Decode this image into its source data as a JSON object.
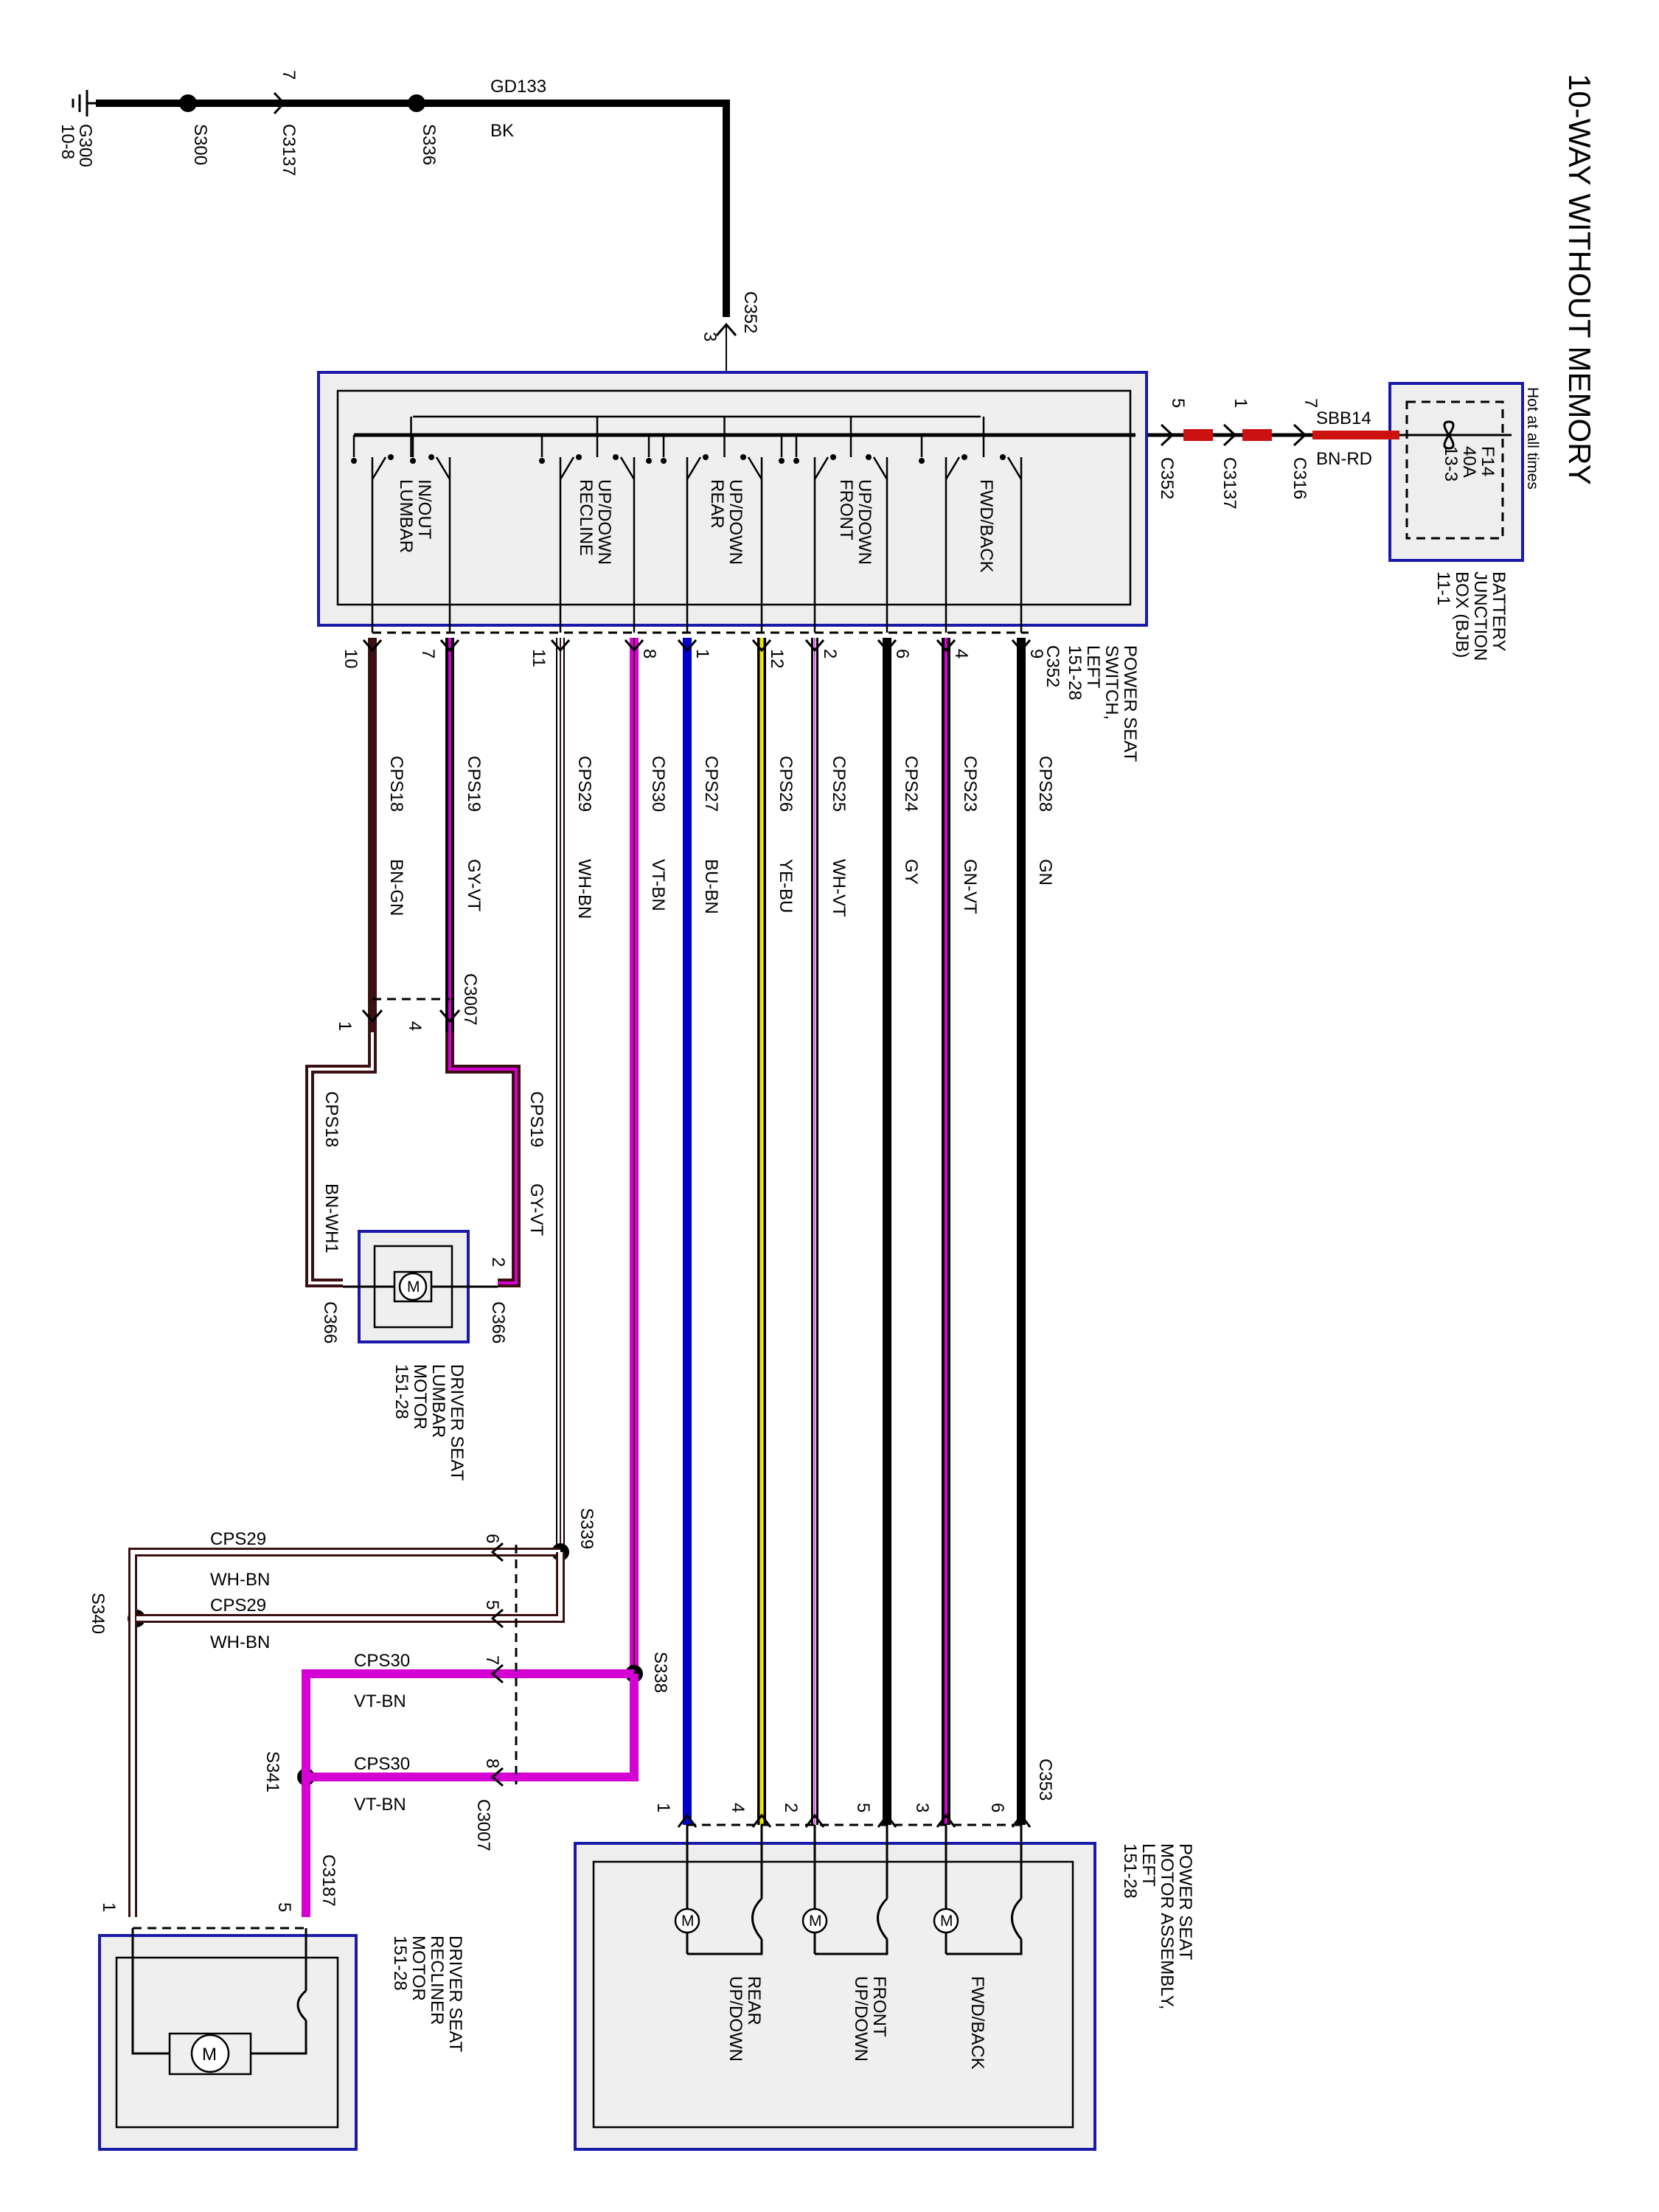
{
  "title": "10-WAY WITHOUT MEMORY",
  "hot_label": "Hot at all times",
  "colors": {
    "box_border": "#1a1aa8",
    "box_fill": "#eeeeee",
    "wire_black": "#000000",
    "wire_red": "#cc1111",
    "wire_violet": "#d400d4",
    "wire_blue": "#0000cc",
    "wire_yellow": "#f2e600",
    "wire_brown": "#3b1010"
  },
  "icons": [
    "ground-icon",
    "fuse-icon",
    "motor-icon",
    "splice-icon",
    "connector-icon"
  ],
  "ground": {
    "g300": "G300",
    "g300_ref": "10-8",
    "s300": "S300",
    "c3137_pin": "7",
    "c3137": "C3137",
    "s336": "S336",
    "circuit": "GD133",
    "color": "BK",
    "c352_pin": "3",
    "c352": "C352"
  },
  "bjb": {
    "fuse": "F14",
    "rating": "40A",
    "ref": "13-3",
    "name_1": "BATTERY",
    "name_2": "JUNCTION",
    "name_3": "BOX (BJB)",
    "page": "11-1",
    "circuit": "SBB14",
    "color": "BN-RD",
    "c316_pin": "7",
    "c316": "C316",
    "c3137_pin": "1",
    "c3137": "C3137",
    "c352_pin": "5",
    "c352": "C352"
  },
  "switch": {
    "name_1": "POWER SEAT",
    "name_2": "SWITCH,",
    "name_3": "LEFT",
    "page": "151-28",
    "connector": "C352",
    "sections": [
      {
        "l1": "FWD/BACK",
        "l2": ""
      },
      {
        "l1": "UP/DOWN",
        "l2": "FRONT"
      },
      {
        "l1": "UP/DOWN",
        "l2": "REAR"
      },
      {
        "l1": "UP/DOWN",
        "l2": "RECLINE"
      },
      {
        "l1": "IN/OUT",
        "l2": "LUMBAR"
      }
    ]
  },
  "wires": [
    {
      "pin": "9",
      "circuit": "CPS28",
      "color": "GN"
    },
    {
      "pin": "4",
      "circuit": "CPS23",
      "color": "GN-VT"
    },
    {
      "pin": "6",
      "circuit": "CPS24",
      "color": "GY"
    },
    {
      "pin": "2",
      "circuit": "CPS25",
      "color": "WH-VT"
    },
    {
      "pin": "12",
      "circuit": "CPS26",
      "color": "YE-BU"
    },
    {
      "pin": "1",
      "circuit": "CPS27",
      "color": "BU-BN"
    },
    {
      "pin": "8",
      "circuit": "CPS30",
      "color": "VT-BN"
    },
    {
      "pin": "11",
      "circuit": "CPS29",
      "color": "WH-BN"
    },
    {
      "pin": "7",
      "circuit": "CPS19",
      "color": "GY-VT"
    },
    {
      "pin": "10",
      "circuit": "CPS18",
      "color": "BN-GN"
    }
  ],
  "lumbar": {
    "c3007": "C3007",
    "pin_4": "4",
    "pin_1": "1",
    "left_circuit": "CPS19",
    "left_color": "GY-VT",
    "right_circuit": "CPS18",
    "right_color": "BN-WH1",
    "c366_pin2": "2",
    "c366_a": "C366",
    "c366_b": "C366",
    "name_1": "DRIVER SEAT",
    "name_2": "LUMBAR",
    "name_3": "MOTOR",
    "page": "151-28"
  },
  "recliner": {
    "s339": "S339",
    "s338": "S338",
    "s340": "S340",
    "s341": "S341",
    "pin_6": "6",
    "pin_5": "5",
    "pin_7": "7",
    "pin_8": "8",
    "c3007": "C3007",
    "cps29_a": "CPS29",
    "whbn_a": "WH-BN",
    "cps29_b": "CPS29",
    "whbn_b": "WH-BN",
    "cps30_a": "CPS30",
    "vtbn_a": "VT-BN",
    "cps30_b": "CPS30",
    "vtbn_b": "VT-BN",
    "c3187": "C3187",
    "pin_1": "1",
    "pin_5b": "5",
    "name_1": "DRIVER SEAT",
    "name_2": "RECLINER",
    "name_3": "MOTOR",
    "page": "151-28"
  },
  "motor_assy": {
    "c353": "C353",
    "pins": [
      "6",
      "3",
      "5",
      "2",
      "4",
      "1"
    ],
    "name_1": "POWER SEAT",
    "name_2": "MOTOR ASSEMBLY,",
    "name_3": "LEFT",
    "page": "151-28",
    "motors": [
      {
        "l1": "FWD/BACK",
        "l2": ""
      },
      {
        "l1": "FRONT",
        "l2": "UP/DOWN"
      },
      {
        "l1": "REAR",
        "l2": "UP/DOWN"
      }
    ]
  }
}
